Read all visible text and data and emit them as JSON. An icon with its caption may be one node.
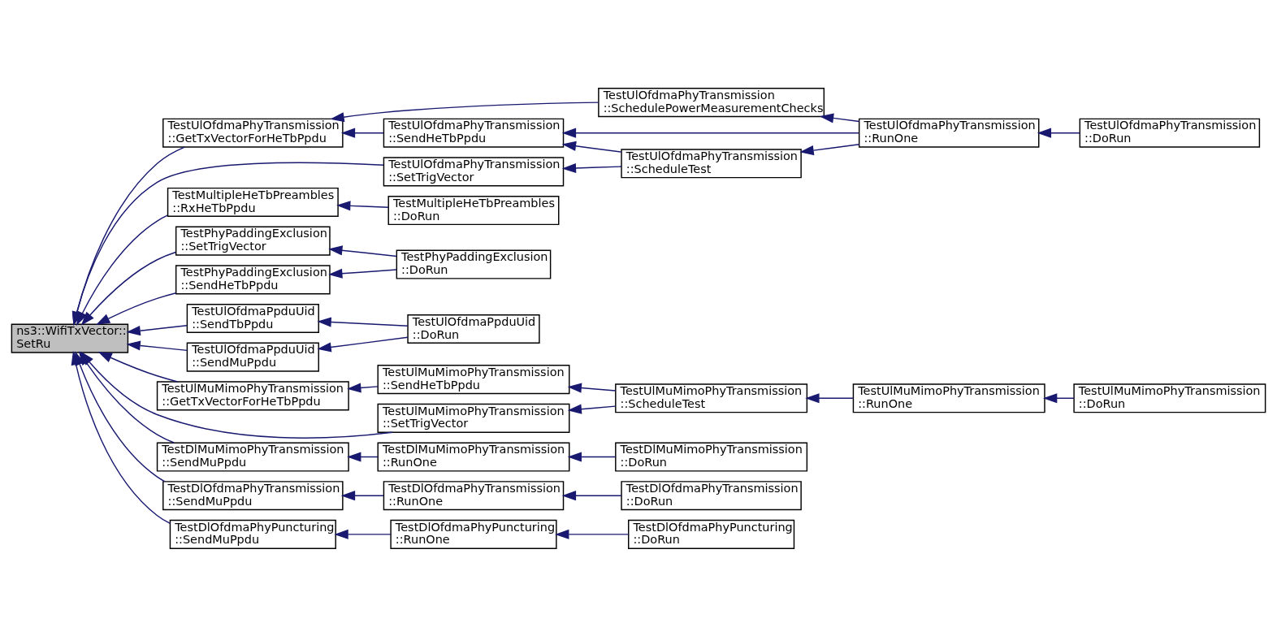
{
  "diagram": {
    "nodes": [
      {
        "text": [
          "ns3::WifiTxVector:: SetRu"
        ]
      },
      {
        "text": [
          "TestUlOfdmaPhyTransmission ::SetTrigVector"
        ]
      },
      {
        "text": [
          "TestUlOfdmaPhyTransmission ::GetTxVectorForHeTbPpdu"
        ]
      },
      {
        "text": [
          "TestMultipleHeTbPreambles ::RxHeTbPpdu"
        ]
      },
      {
        "text": [
          "TestPhyPaddingExclusion ::SetTrigVector"
        ]
      },
      {
        "text": [
          "TestPhyPaddingExclusion ::SendHeTbPpdu"
        ]
      },
      {
        "text": [
          "TestUlOfdmaPpduUid ::SendTbPpdu"
        ]
      },
      {
        "text": [
          "TestUlOfdmaPpduUid ::SendMuPpdu"
        ]
      },
      {
        "text": [
          "TestUlMuMimoPhyTransmission ::GetTxVectorForHeTbPpdu"
        ]
      },
      {
        "text": [
          "TestUlMuMimoPhyTransmission ::SetTrigVector"
        ]
      },
      {
        "text": [
          "TestDlMuMimoPhyTransmission ::SendMuPpdu"
        ]
      },
      {
        "text": [
          "TestDlOfdmaPhyTransmission ::SendMuPpdu"
        ]
      },
      {
        "text": [
          "TestDlOfdmaPhyPuncturing ::SendMuPpdu"
        ]
      },
      {
        "text": [
          "TestUlOfdmaPhyTransmission ::SendHeTbPpdu"
        ]
      },
      {
        "text": [
          "TestUlOfdmaPhyTransmission ::ScheduleTest"
        ]
      },
      {
        "text": [
          "TestUlOfdmaPhyTransmission ::RunOne"
        ]
      },
      {
        "text": [
          "TestUlOfdmaPhyTransmission ::DoRun"
        ]
      },
      {
        "text": [
          "TestUlOfdmaPhyTransmission ::SchedulePowerMeasurementChecks"
        ]
      },
      {
        "text": [
          "TestMultipleHeTbPreambles ::DoRun"
        ]
      },
      {
        "text": [
          "TestPhyPaddingExclusion ::DoRun"
        ]
      },
      {
        "text": [
          "TestUlOfdmaPpduUid ::DoRun"
        ]
      },
      {
        "text": [
          "TestUlMuMimoPhyTransmission ::SendHeTbPpdu"
        ]
      },
      {
        "text": [
          "TestUlMuMimoPhyTransmission ::ScheduleTest"
        ]
      },
      {
        "text": [
          "TestUlMuMimoPhyTransmission ::RunOne"
        ]
      },
      {
        "text": [
          "TestUlMuMimoPhyTransmission ::DoRun"
        ]
      },
      {
        "text": [
          "TestDlMuMimoPhyTransmission ::RunOne"
        ]
      },
      {
        "text": [
          "TestDlMuMimoPhyTransmission ::DoRun"
        ]
      },
      {
        "text": [
          "TestDlOfdmaPhyTransmission ::RunOne"
        ]
      },
      {
        "text": [
          "TestDlOfdmaPhyTransmission ::DoRun"
        ]
      },
      {
        "text": [
          "TestDlOfdmaPhyPuncturing ::RunOne"
        ]
      },
      {
        "text": [
          "TestDlOfdmaPhyPuncturing ::DoRun"
        ]
      }
    ],
    "edges": [
      {
        "from": 1,
        "to": 0,
        "arrow": "to"
      },
      {
        "from": 2,
        "to": 0,
        "arrow": "to"
      },
      {
        "from": 3,
        "to": 0,
        "arrow": "to"
      },
      {
        "from": 4,
        "to": 0,
        "arrow": "to"
      },
      {
        "from": 5,
        "to": 0,
        "arrow": "to"
      },
      {
        "from": 6,
        "to": 0,
        "arrow": "to"
      },
      {
        "from": 7,
        "to": 0,
        "arrow": "to"
      },
      {
        "from": 8,
        "to": 0,
        "arrow": "to"
      },
      {
        "from": 9,
        "to": 0,
        "arrow": "to"
      },
      {
        "from": 10,
        "to": 0,
        "arrow": "to"
      },
      {
        "from": 11,
        "to": 0,
        "arrow": "to"
      },
      {
        "from": 12,
        "to": 0,
        "arrow": "to"
      },
      {
        "from": 14,
        "to": 1,
        "arrow": "to"
      },
      {
        "from": 13,
        "to": 2,
        "arrow": "to"
      },
      {
        "from": 17,
        "to": 2,
        "arrow": "to"
      },
      {
        "from": 14,
        "to": 13,
        "arrow": "to"
      },
      {
        "from": 15,
        "to": 13,
        "arrow": "to"
      },
      {
        "from": 15,
        "to": 14,
        "arrow": "to"
      },
      {
        "from": 15,
        "to": 17,
        "arrow": "to"
      },
      {
        "from": 16,
        "to": 15,
        "arrow": "to"
      },
      {
        "from": 18,
        "to": 3,
        "arrow": "to"
      },
      {
        "from": 19,
        "to": 4,
        "arrow": "to"
      },
      {
        "from": 19,
        "to": 5,
        "arrow": "to"
      },
      {
        "from": 20,
        "to": 6,
        "arrow": "to"
      },
      {
        "from": 20,
        "to": 7,
        "arrow": "to"
      },
      {
        "from": 21,
        "to": 8,
        "arrow": "to"
      },
      {
        "from": 22,
        "to": 21,
        "arrow": "to"
      },
      {
        "from": 22,
        "to": 9,
        "arrow": "to"
      },
      {
        "from": 23,
        "to": 22,
        "arrow": "to"
      },
      {
        "from": 24,
        "to": 23,
        "arrow": "to"
      },
      {
        "from": 25,
        "to": 10,
        "arrow": "to"
      },
      {
        "from": 26,
        "to": 25,
        "arrow": "to"
      },
      {
        "from": 27,
        "to": 11,
        "arrow": "to"
      },
      {
        "from": 28,
        "to": 27,
        "arrow": "to"
      },
      {
        "from": 29,
        "to": 12,
        "arrow": "to"
      },
      {
        "from": 30,
        "to": 29,
        "arrow": "to"
      }
    ]
  }
}
